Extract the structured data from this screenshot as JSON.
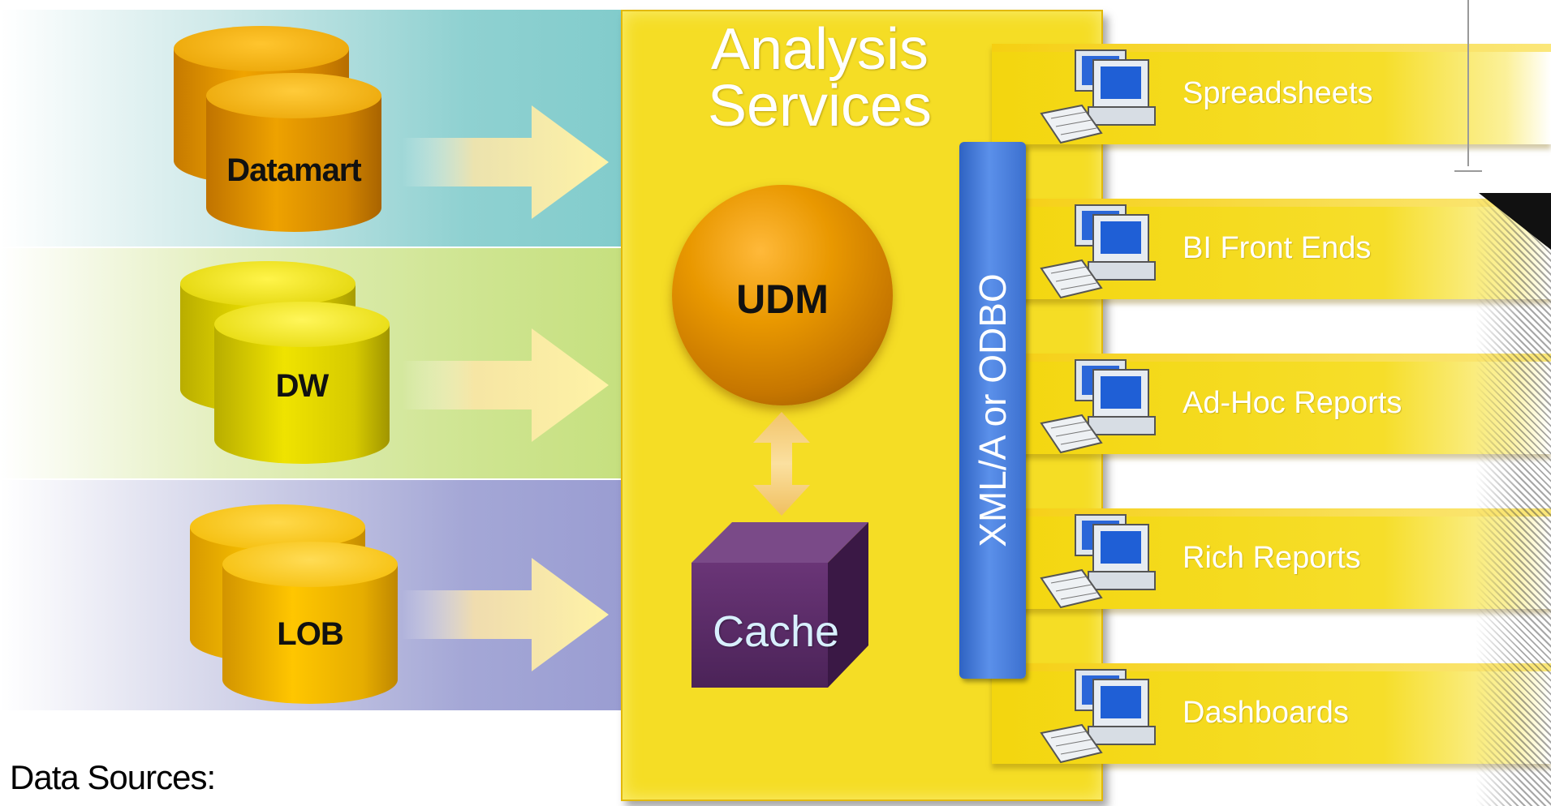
{
  "title": "Analysis Services",
  "sources": [
    {
      "label": "Datamart",
      "color": "#e39700"
    },
    {
      "label": "DW",
      "color": "#e6d800"
    },
    {
      "label": "LOB",
      "color": "#f2bc00"
    }
  ],
  "sources_caption": "Data Sources:",
  "core": {
    "model": "UDM",
    "store": "Cache"
  },
  "protocol": "XML/A or ODBO",
  "clients": [
    {
      "label": "Spreadsheets"
    },
    {
      "label": "BI Front Ends"
    },
    {
      "label": "Ad-Hoc Reports"
    },
    {
      "label": "Rich Reports"
    },
    {
      "label": "Dashboards"
    }
  ],
  "colors": {
    "panel": "#f5dd25",
    "band_datamart": "#82cccc",
    "band_dw": "#c6e07f",
    "band_lob": "#9a9dd2",
    "protocol_bar": "#4a80e0",
    "cache": "#5a2a66"
  }
}
